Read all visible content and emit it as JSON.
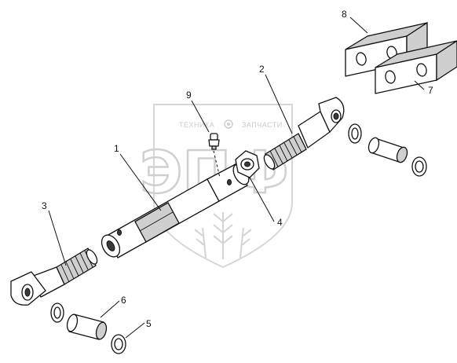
{
  "watermark": {
    "left_word": "ТЕХНИКА",
    "right_word": "ЗАПЧАСТИ",
    "letters": "ЭПФ"
  },
  "callouts": [
    {
      "id": "1",
      "label": "1"
    },
    {
      "id": "2",
      "label": "2"
    },
    {
      "id": "3",
      "label": "3"
    },
    {
      "id": "4",
      "label": "4"
    },
    {
      "id": "5",
      "label": "5"
    },
    {
      "id": "6",
      "label": "6"
    },
    {
      "id": "7",
      "label": "7"
    },
    {
      "id": "8",
      "label": "8"
    },
    {
      "id": "9",
      "label": "9"
    }
  ]
}
